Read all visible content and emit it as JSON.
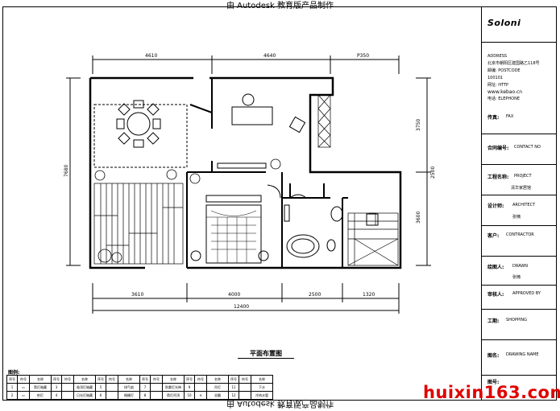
{
  "banner": {
    "top": "由 Autodesk 教育版产品制作",
    "bottom": "由 Autodesk 教育版产品制作"
  },
  "dimensions": {
    "top": [
      "4610",
      "4640",
      "P350"
    ],
    "bottom": [
      "3610",
      "4000",
      "2500",
      "1320"
    ],
    "bottom_total": "12400",
    "left": "7680",
    "right": [
      "3750",
      "2500",
      "3600"
    ]
  },
  "plan_title": "平面布置图",
  "title_block": {
    "logo": "Soloni",
    "address_lines": [
      "ADDRESS",
      "北京市朝阳区建国路乙118号",
      "邮编: POSTCODE",
      "100101",
      "网址: HTTP",
      "www.kebao.cn",
      "电话: ELEPHONE"
    ],
    "fax_label": "传真:",
    "fax_value": "FAX",
    "contact_label": "合同编号:",
    "contact_value": "CONTACT NO",
    "project_label": "工程名称:",
    "project_value": "PROJECT",
    "project_name": "清华家居馆",
    "architect_label": "设计师:",
    "architect_value": "ARCHITECT",
    "architect_name": "张楠",
    "contractor_label": "客户:",
    "contractor_value": "CONTRACTOR",
    "drawn_label": "绘图人:",
    "drawn_value": "DRAWN",
    "drawn_name": "张楠",
    "approved_label": "审核人:",
    "approved_value": "APPROVED BY",
    "shopping_label": "工期:",
    "shopping_value": "SHOPPING",
    "drawing_label": "图名:",
    "drawing_value": "DRAWING NAME",
    "number_label": "图号:"
  },
  "legend": {
    "title": "图例:",
    "header": [
      "序号",
      "符号",
      "名称",
      "序号",
      "符号",
      "名称",
      "序号",
      "符号",
      "名称",
      "序号",
      "符号",
      "名称",
      "序号",
      "符号",
      "名称",
      "序号",
      "符号",
      "名称"
    ],
    "row1": [
      "1",
      "▭",
      "筒灯暗藏",
      "3",
      "",
      "吸顶灯暗藏",
      "5",
      "",
      "排气扇",
      "7",
      "",
      "防雾灯光带",
      "9",
      "",
      "吊灯",
      "11",
      "",
      "下水"
    ],
    "row2": [
      "2",
      "▭",
      "射灯",
      "4",
      "",
      "日光灯暗藏",
      "6",
      "",
      "格栅灯",
      "8",
      "",
      "筒灯吊顶",
      "10",
      "✕",
      "浴霸",
      "12",
      "",
      "冷热水管"
    ]
  },
  "watermark": "huixin163.com",
  "colors": {
    "line": "#000000",
    "watermark": "#e00000",
    "background": "#ffffff"
  }
}
